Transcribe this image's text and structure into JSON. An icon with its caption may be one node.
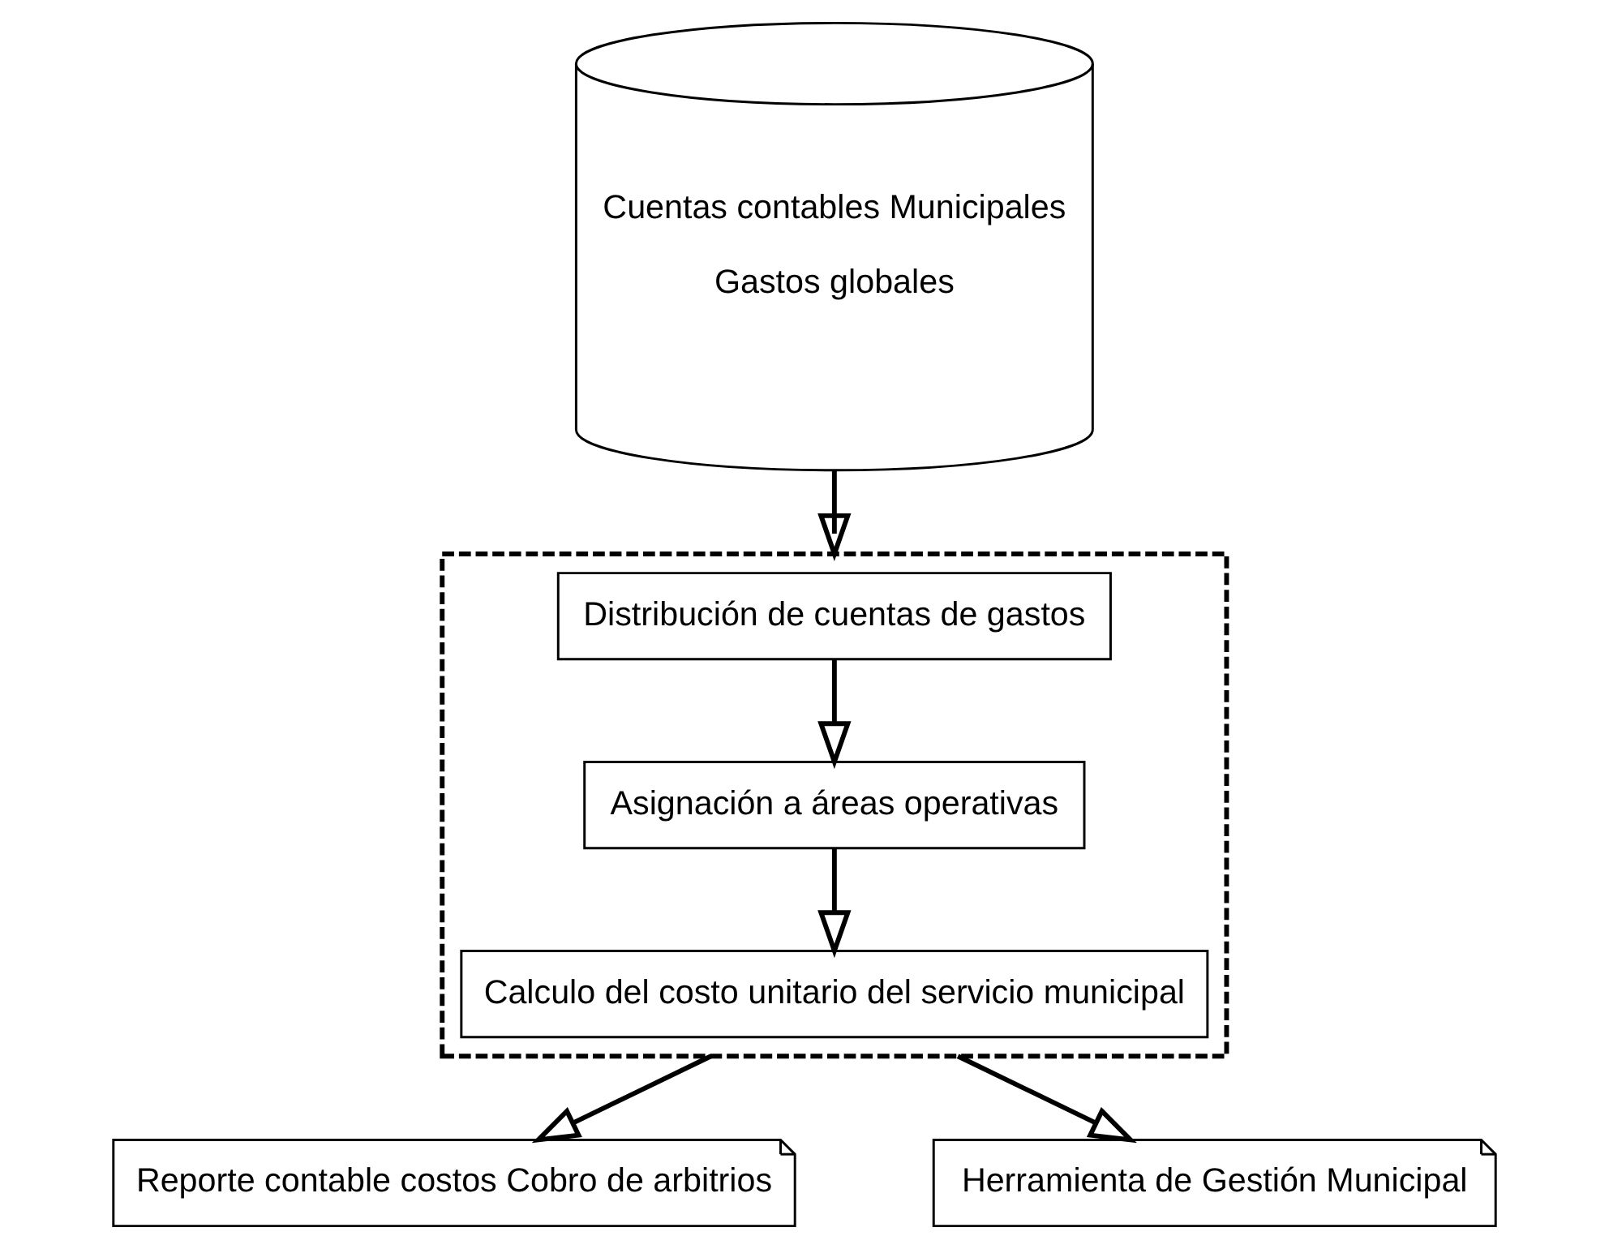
{
  "diagram": {
    "nodes": [
      {
        "text": [
          "Cuentas contables Municipales",
          "Gastos globales"
        ]
      },
      {
        "text": [],
        "shape": "box"
      },
      {
        "text": [
          "Distribución de cuentas de gastos"
        ],
        "in": 1
      },
      {
        "text": [
          "Asignación a áreas operativas"
        ],
        "in": 1
      },
      {
        "text": [
          "Calculo del costo unitario del servicio municipal"
        ],
        "in": 1
      },
      {
        "text": [
          "Reporte contable costos Cobro de arbitrios"
        ]
      },
      {
        "text": [
          "Herramienta de Gestión Municipal"
        ]
      }
    ],
    "edges": [
      {
        "from": 0,
        "to": 1,
        "arrow": "to"
      },
      {
        "from": 2,
        "to": 3,
        "arrow": "to"
      },
      {
        "from": 3,
        "to": 4,
        "arrow": "to"
      },
      {
        "from": 1,
        "to": 5,
        "arrow": "to"
      },
      {
        "from": 1,
        "to": 6,
        "arrow": "to"
      }
    ]
  }
}
